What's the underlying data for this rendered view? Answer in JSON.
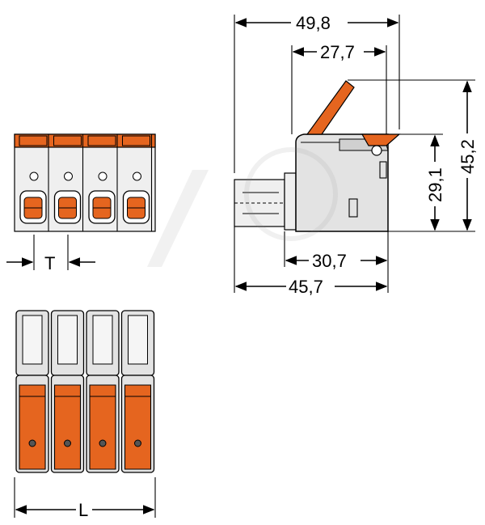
{
  "colors": {
    "housing": "#e3e3e3",
    "lever": "#e5651f",
    "line": "#000000"
  },
  "side_view": {
    "dim_total_length": "49,8",
    "dim_lever_width": "27,7",
    "dim_total_height": "45,2",
    "dim_body_height": "29,1",
    "dim_body_depth": "30,7",
    "dim_overall_depth": "45,7"
  },
  "front_view": {
    "pitch_label": "T",
    "pole_count": 4
  },
  "top_view": {
    "length_label": "L",
    "pole_count": 4
  }
}
